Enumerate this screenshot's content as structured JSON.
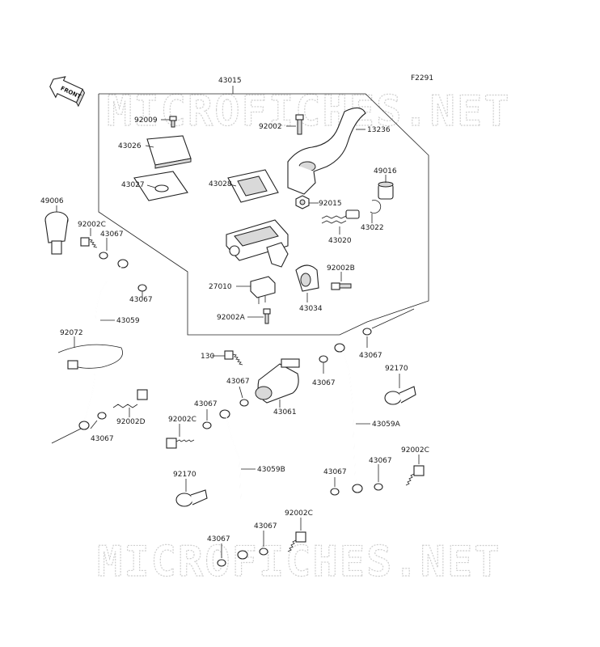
{
  "figure_code": "F2291",
  "front_tag": "FRONT",
  "watermark": "MICROFICHES.NET",
  "labels": {
    "l43015": "43015",
    "l92009": "92009",
    "l92002_top": "92002",
    "l13236": "13236",
    "l43026": "43026",
    "l43027": "43027",
    "l43028": "43028",
    "l49016": "49016",
    "l92015": "92015",
    "l43022": "43022",
    "l43020": "43020",
    "l49006": "49006",
    "l92002c_a": "92002C",
    "l43067_a": "43067",
    "l92002b": "92002B",
    "l27010": "27010",
    "l43067_b": "43067",
    "l43034": "43034",
    "l92002a": "92002A",
    "l43059": "43059",
    "l92072": "92072",
    "l43067_c": "43067",
    "l130": "130",
    "l92170_a": "92170",
    "l43067_d": "43067",
    "l43067_e": "43067",
    "l43061": "43061",
    "l43067_f": "43067",
    "l92002d": "92002D",
    "l43067_g": "43067",
    "l92002c_b": "92002C",
    "l43059a": "43059A",
    "l43067_h": "43067",
    "l92002c_c": "92002C",
    "l43067_i": "43067",
    "l92170_b": "92170",
    "l43059b": "43059B",
    "l43067_j": "43067",
    "l43067_k": "43067",
    "l92002c_d": "92002C",
    "l43067_l": "43067"
  }
}
